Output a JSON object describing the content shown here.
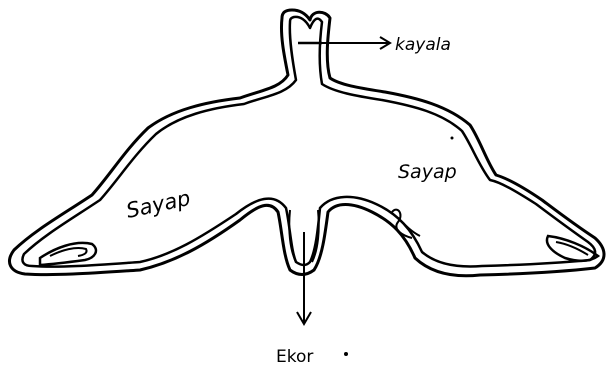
{
  "labels": {
    "head": "kayala",
    "wing_left": "Sayap",
    "wing_right": "Sayap",
    "tail": "Ekor"
  },
  "colors": {
    "ink": "#000000",
    "paper": "#ffffff"
  }
}
